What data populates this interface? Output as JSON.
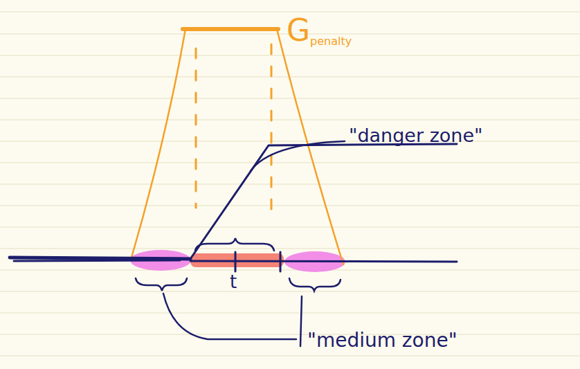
{
  "diagram": {
    "labels": [
      "G",
      "penalty",
      "\"danger zone\"",
      "t",
      "\"medium zone\""
    ]
  }
}
